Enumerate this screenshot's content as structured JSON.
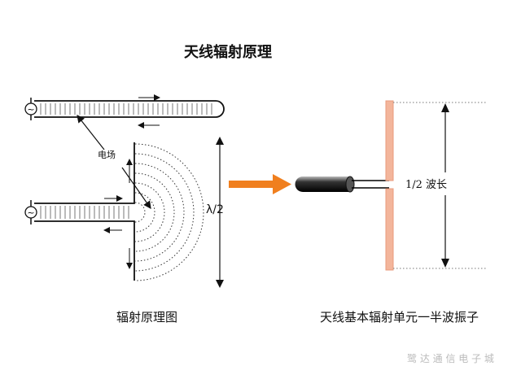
{
  "title": "天线辐射原理",
  "left_caption": "辐射原理图",
  "right_caption": "天线基本辐射单元一半波振子",
  "efield_label": "电场",
  "lambda_label": "λ/2",
  "halfwave_label": "1/2 波长",
  "source_symbol": "~",
  "watermark": "鹭 达 通 信 电 子 城",
  "colors": {
    "arrow": "#f07f1e",
    "dipole": "#f3b59b",
    "ink": "#111111"
  }
}
